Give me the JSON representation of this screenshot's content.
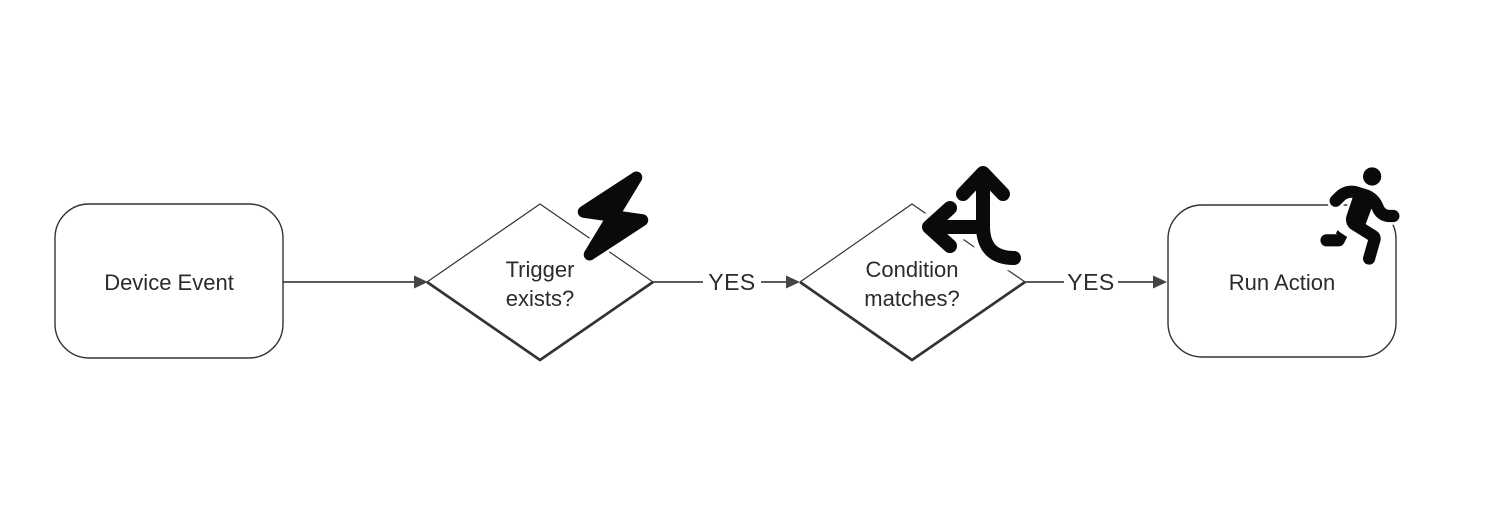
{
  "theme": {
    "background": "#ffffff",
    "stroke": "#333333",
    "edge": "#444444",
    "text": "#2b2b2b",
    "icon": "#0a0a0a"
  },
  "flowchart": {
    "nodes": [
      {
        "id": "device-event",
        "type": "rounded-rect",
        "label": "Device Event",
        "lines": [
          "Device Event"
        ],
        "icon": null
      },
      {
        "id": "trigger-exists",
        "type": "diamond",
        "label": "Trigger exists?",
        "lines": [
          "Trigger",
          "exists?"
        ],
        "icon": "lightning-bolt-icon"
      },
      {
        "id": "condition-matches",
        "type": "diamond",
        "label": "Condition matches?",
        "lines": [
          "Condition",
          "matches?"
        ],
        "icon": "arrows-split-up-left-icon"
      },
      {
        "id": "run-action",
        "type": "rounded-rect",
        "label": "Run Action",
        "lines": [
          "Run Action"
        ],
        "icon": "person-running-icon"
      }
    ],
    "edges": [
      {
        "from": "device-event",
        "to": "trigger-exists",
        "label": ""
      },
      {
        "from": "trigger-exists",
        "to": "condition-matches",
        "label": "YES"
      },
      {
        "from": "condition-matches",
        "to": "run-action",
        "label": "YES"
      }
    ]
  }
}
